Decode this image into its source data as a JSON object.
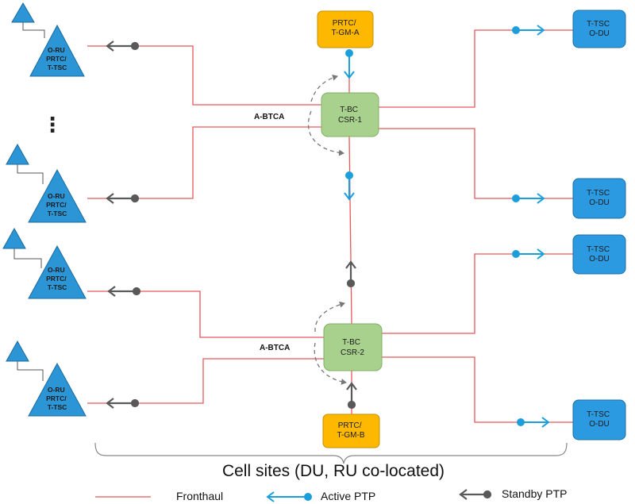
{
  "colors": {
    "fronthaul": "#e8585a",
    "active_ptp": "#1b9fdc",
    "standby_ptp": "#595959",
    "ru_fill": "#2b95d6",
    "du_fill": "#2c9ae0",
    "csr_fill": "#a9d18e",
    "gm_fill": "#ffb800"
  },
  "nodes": {
    "gm_a": "PRTC/\nT-GM-A",
    "gm_b": "PRTC/\nT-GM-B",
    "csr1": "T-BC\nCSR-1",
    "csr2": "T-BC\nCSR-2",
    "du": "T-TSC\nO-DU",
    "ru": "O-RU\nPRTC/\nT-TSC",
    "btca": "A-BTCA"
  },
  "ellipsis": "⋮",
  "caption": "Cell sites (DU, RU co-located)",
  "legend": {
    "fronthaul": "Fronthaul",
    "active": "Active  PTP",
    "standby": "Standby PTP"
  }
}
